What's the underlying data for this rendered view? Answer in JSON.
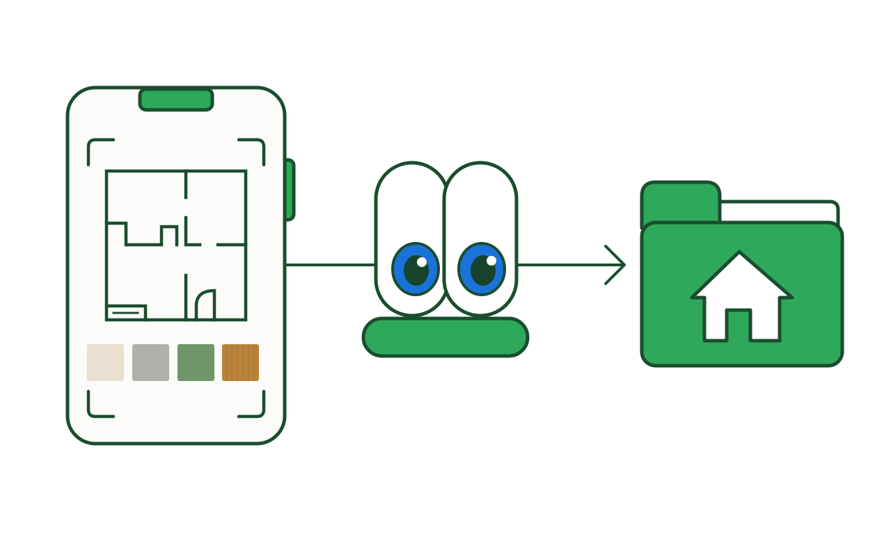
{
  "colors": {
    "background": "#ffffff",
    "stroke": "#1a4d2e",
    "green": "#2ea85a",
    "phone_fill": "#fbfbf9",
    "eye_blue": "#1a73d9",
    "pupil": "#17432a"
  },
  "diagram": {
    "nodes": [
      {
        "id": "phone",
        "icon": "smartphone-floorplan-scan-icon"
      },
      {
        "id": "mascot",
        "icon": "eyes-mascot-icon"
      },
      {
        "id": "folder",
        "icon": "home-folder-icon"
      }
    ],
    "edges": [
      {
        "from": "phone",
        "to": "mascot",
        "style": "line"
      },
      {
        "from": "mascot",
        "to": "folder",
        "style": "arrow"
      }
    ],
    "swatches": [
      {
        "name": "beige",
        "color": "#e8dfd0"
      },
      {
        "name": "gray",
        "color": "#b0b0ab"
      },
      {
        "name": "sage-green",
        "color": "#6f9568"
      },
      {
        "name": "wood",
        "color": "#b9823d"
      }
    ]
  }
}
